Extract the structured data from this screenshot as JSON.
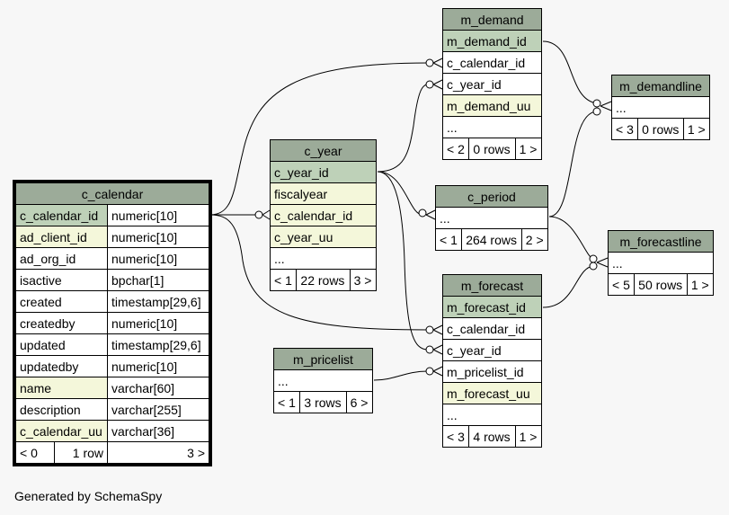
{
  "footer": "Generated by SchemaSpy",
  "c_calendar": {
    "title": "c_calendar",
    "rows": [
      [
        "c_calendar_id",
        "numeric[10]"
      ],
      [
        "ad_client_id",
        "numeric[10]"
      ],
      [
        "ad_org_id",
        "numeric[10]"
      ],
      [
        "isactive",
        "bpchar[1]"
      ],
      [
        "created",
        "timestamp[29,6]"
      ],
      [
        "createdby",
        "numeric[10]"
      ],
      [
        "updated",
        "timestamp[29,6]"
      ],
      [
        "updatedby",
        "numeric[10]"
      ],
      [
        "name",
        "varchar[60]"
      ],
      [
        "description",
        "varchar[255]"
      ],
      [
        "c_calendar_uu",
        "varchar[36]"
      ]
    ],
    "footer": [
      "< 0",
      "1 row",
      "3 >"
    ]
  },
  "c_year": {
    "title": "c_year",
    "rows": [
      "c_year_id",
      "fiscalyear",
      "c_calendar_id",
      "c_year_uu",
      "..."
    ],
    "footer": [
      "< 1",
      "22 rows",
      "3 >"
    ]
  },
  "m_demand": {
    "title": "m_demand",
    "rows": [
      "m_demand_id",
      "c_calendar_id",
      "c_year_id",
      "m_demand_uu",
      "..."
    ],
    "footer": [
      "< 2",
      "0 rows",
      "1 >"
    ]
  },
  "c_period": {
    "title": "c_period",
    "rows": [
      "..."
    ],
    "footer": [
      "< 1",
      "264 rows",
      "2 >"
    ]
  },
  "m_forecast": {
    "title": "m_forecast",
    "rows": [
      "m_forecast_id",
      "c_calendar_id",
      "c_year_id",
      "m_pricelist_id",
      "m_forecast_uu",
      "..."
    ],
    "footer": [
      "< 3",
      "4 rows",
      "1 >"
    ]
  },
  "m_pricelist": {
    "title": "m_pricelist",
    "rows": [
      "..."
    ],
    "footer": [
      "< 1",
      "3 rows",
      "6 >"
    ]
  },
  "m_demandline": {
    "title": "m_demandline",
    "rows": [
      "..."
    ],
    "footer": [
      "< 3",
      "0 rows",
      "1 >"
    ]
  },
  "m_forecastline": {
    "title": "m_forecastline",
    "rows": [
      "..."
    ],
    "footer": [
      "< 5",
      "50 rows",
      "1 >"
    ]
  }
}
